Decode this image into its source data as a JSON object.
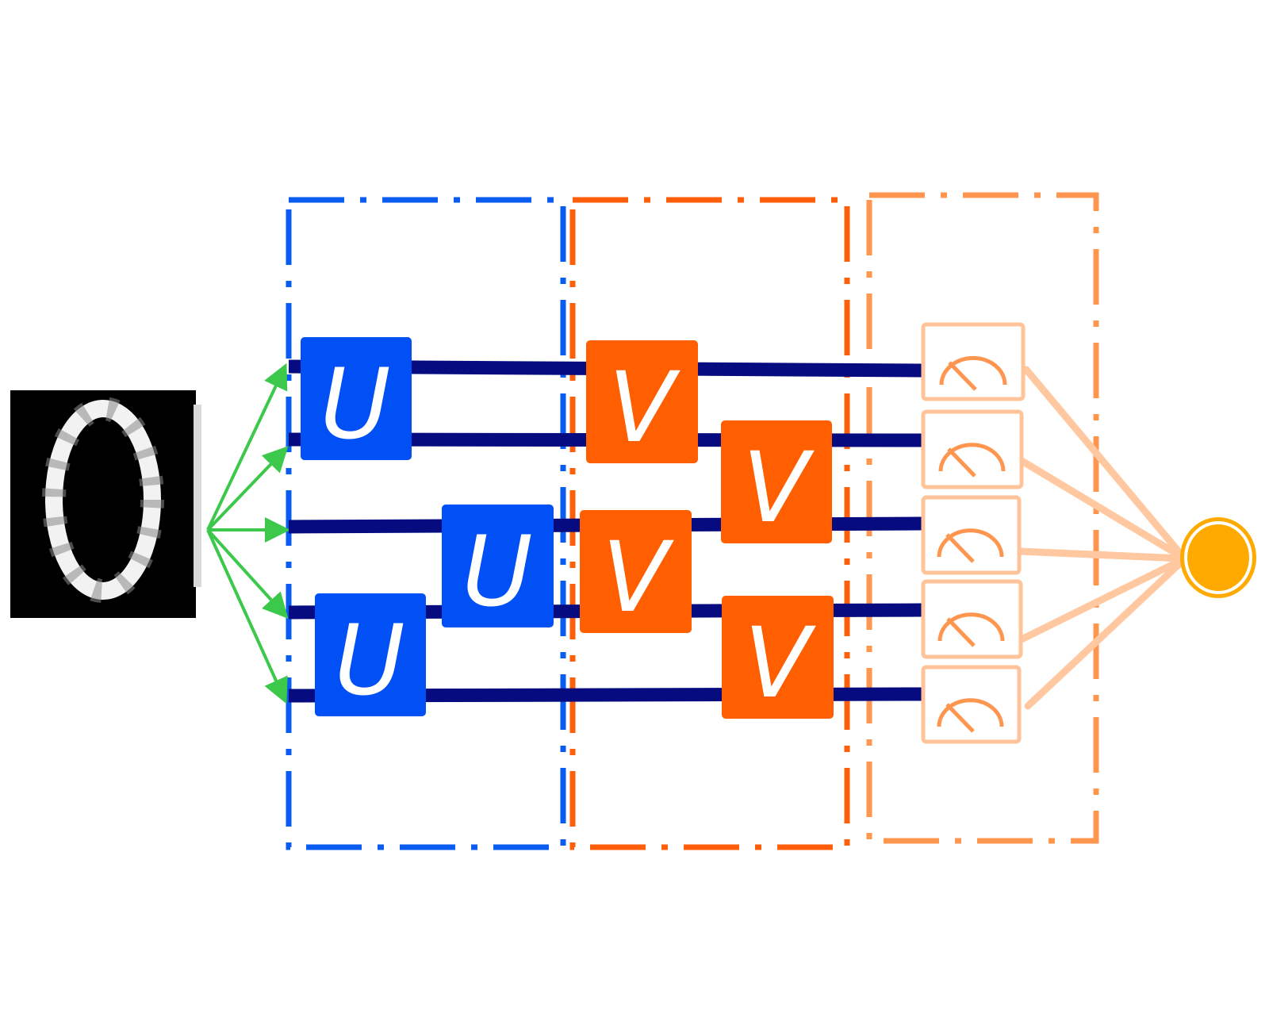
{
  "colors": {
    "wire": "#060C80",
    "encoding_arrow": "#3CC84A",
    "u_gate": "#0050F5",
    "u_block_border": "#0A5CF0",
    "v_gate": "#FF5F00",
    "v_block_border": "#FF5F0A",
    "measure_block_border": "#FF9650",
    "meter": "#FFC39A",
    "meter_needle": "#FF9650",
    "readout_line": "#FFC8A0",
    "output_node": "#FFAA00",
    "background": "#FFFFFF"
  },
  "icons": {
    "input": "handwritten-digit-zero-image",
    "meter": "measurement-meter-icon",
    "output": "output-node-icon"
  },
  "gates": {
    "u_label": "U",
    "v_label": "V"
  },
  "circuit": {
    "qubits": 5,
    "u_gates": [
      {
        "wires": [
          0,
          1
        ]
      },
      {
        "wires": [
          2,
          3
        ]
      },
      {
        "wires": [
          3,
          4
        ]
      }
    ],
    "v_gates": [
      {
        "wires": [
          0,
          1
        ]
      },
      {
        "wires": [
          2,
          3
        ]
      },
      {
        "wires": [
          1,
          2
        ]
      },
      {
        "wires": [
          3,
          4
        ]
      }
    ],
    "measurements": 5
  }
}
